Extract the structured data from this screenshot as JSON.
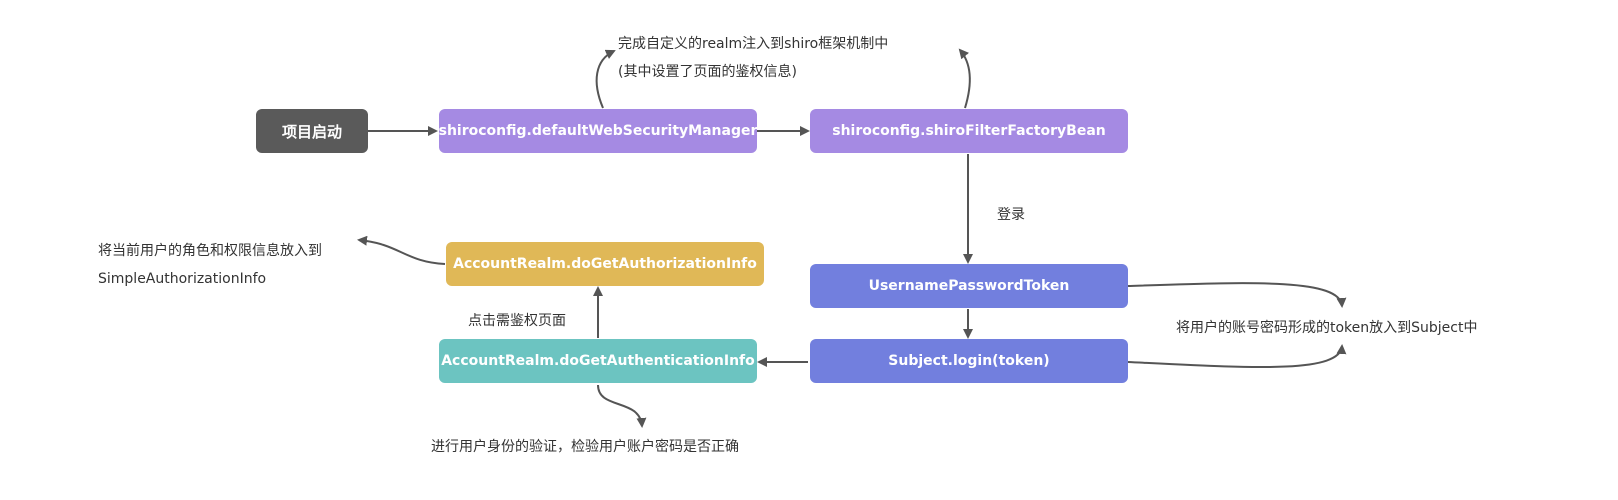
{
  "colors": {
    "start": "#5a5a5a",
    "config": "#a58ae3",
    "token": "#727fde",
    "authz": "#e0b857",
    "authn": "#6cc4c1",
    "arrow": "#555555",
    "text": "#333333"
  },
  "nodes": {
    "start": "项目启动",
    "security_manager": "shiroconfig.defaultWebSecurityManager",
    "filter_factory": "shiroconfig.shiroFilterFactoryBean",
    "token": "UsernamePasswordToken",
    "login": "Subject.login(token)",
    "authentication": "AccountRealm.doGetAuthenticationInfo",
    "authorization": "AccountRealm.doGetAuthorizationInfo"
  },
  "labels": {
    "realm_line1": "完成自定义的realm注入到shiro框架机制中",
    "realm_line2": "(其中设置了页面的鉴权信息)",
    "login_step": "登录",
    "token_to_subject": "将用户的账号密码形成的token放入到Subject中",
    "click_page": "点击需鉴权页面",
    "authz_line1": "将当前用户的角色和权限信息放入到",
    "authz_line2": "SimpleAuthorizationInfo",
    "authn_note": "进行用户身份的验证，检验用户账户密码是否正确"
  }
}
